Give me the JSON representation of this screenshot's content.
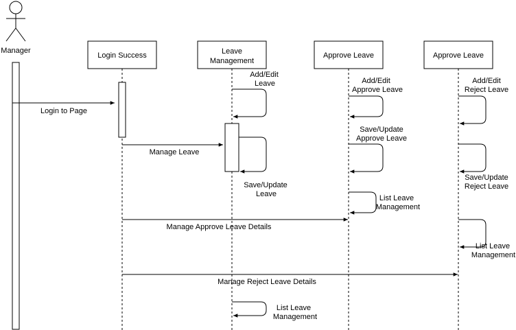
{
  "actor": {
    "label": "Manager"
  },
  "participants": [
    {
      "id": "login",
      "label": "Login Success"
    },
    {
      "id": "leave",
      "label_line1": "Leave",
      "label_line2": "Management"
    },
    {
      "id": "approve",
      "label": "Approve Leave"
    },
    {
      "id": "reject",
      "label": "Approve Leave"
    }
  ],
  "messages": {
    "login_to_page": "Login to Page",
    "manage_leave": "Manage Leave",
    "manage_approve": "Manage Approve Leave Details",
    "manage_reject": "Manage Reject Leave Details"
  },
  "self_calls": {
    "leave_add_edit": [
      "Add/Edit",
      "Leave"
    ],
    "leave_save_update": [
      "Save/Update",
      "Leave"
    ],
    "leave_list": [
      "List Leave",
      "Management"
    ],
    "approve_add_edit": [
      "Add/Edit",
      "Approve Leave"
    ],
    "approve_save_update": [
      "Save/Update",
      "Approve Leave"
    ],
    "approve_list": [
      "List Leave",
      "Management"
    ],
    "reject_add_edit": [
      "Add/Edit",
      "Reject Leave"
    ],
    "reject_save_update": [
      "Save/Update",
      "Reject Leave"
    ],
    "reject_list": [
      "List Leave",
      "Management"
    ]
  }
}
